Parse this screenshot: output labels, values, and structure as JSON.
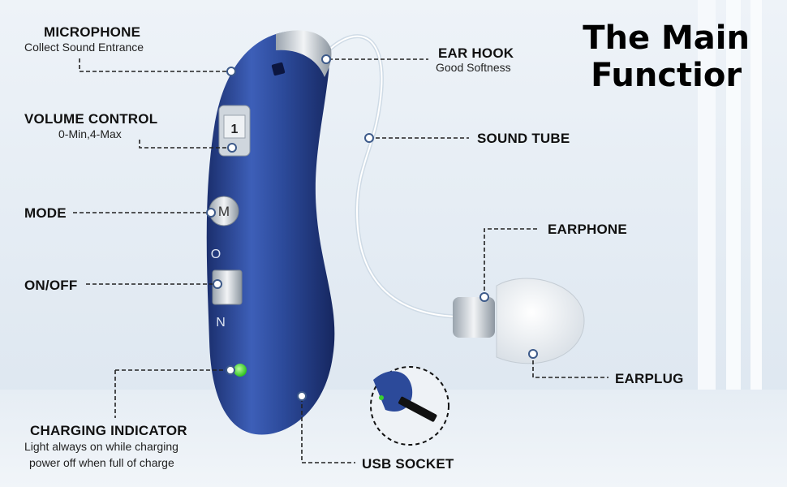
{
  "title": {
    "line1": "The Main",
    "line2": "Functior"
  },
  "labels": {
    "microphone": {
      "title": "MICROPHONE",
      "subtitle": "Collect Sound Entrance"
    },
    "volume": {
      "title": "VOLUME CONTROL",
      "subtitle": "0-Min,4-Max"
    },
    "mode": {
      "title": "MODE"
    },
    "onoff": {
      "title": "ON/OFF"
    },
    "charging": {
      "title": "CHARGING INDICATOR",
      "line1": "Light always on while charging",
      "line2": "power off when full of charge"
    },
    "earhook": {
      "title": "EAR HOOK",
      "subtitle": "Good Softness"
    },
    "soundtube": {
      "title": "SOUND TUBE"
    },
    "earphone": {
      "title": "EARPHONE"
    },
    "earplug": {
      "title": "EARPLUG"
    },
    "usb": {
      "title": "USB SOCKET"
    }
  },
  "device": {
    "mode_button": "M",
    "switch_on": "O",
    "switch_off": "N",
    "volume_value": "1"
  },
  "colors": {
    "body": "#2c4a9a",
    "body_dark": "#1b2f6e",
    "indicator": "#39d12f",
    "leader": "#222222"
  }
}
